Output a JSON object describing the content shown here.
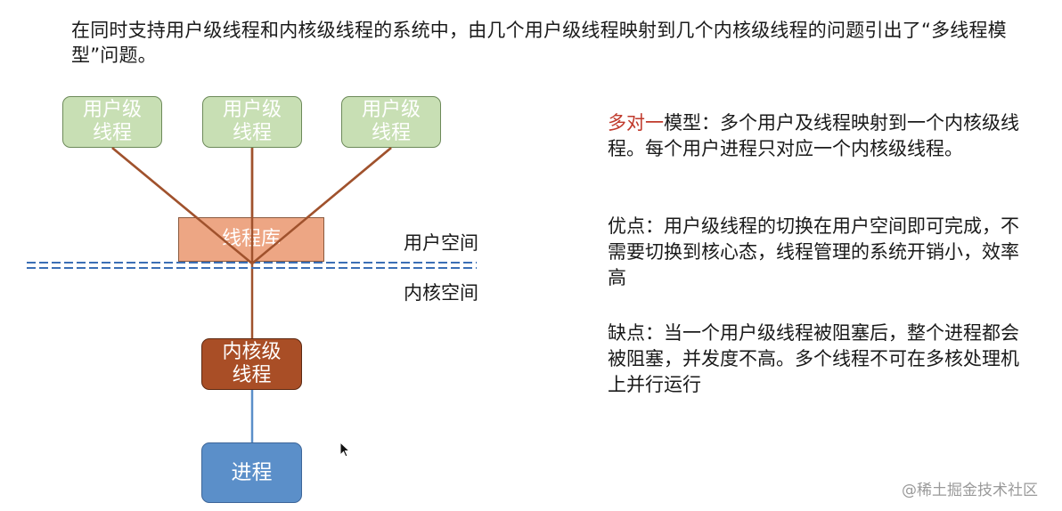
{
  "intro": "在同时支持用户级线程和内核级线程的系统中，由几个用户级线程映射到几个内核级线程的问题引出了“多线程模型”问题。",
  "diagram": {
    "user_threads": [
      {
        "line1": "用户级",
        "line2": "线程"
      },
      {
        "line1": "用户级",
        "line2": "线程"
      },
      {
        "line1": "用户级",
        "line2": "线程"
      }
    ],
    "thread_library": "线程库",
    "user_space_label": "用户空间",
    "kernel_space_label": "内核空间",
    "kernel_thread": {
      "line1": "内核级",
      "line2": "线程"
    },
    "process": "进程",
    "colors": {
      "user_thread_fill": "#c8dfb4",
      "library_fill": "#eda684",
      "kernel_thread_fill": "#a94e26",
      "process_fill": "#5b8fc9",
      "mapping_line": "#a0522d",
      "boundary_line": "#3b6fb6"
    }
  },
  "description": {
    "model": {
      "highlight": "多对一",
      "rest": "模型：多个用户及线程映射到一个内核级线程。每个用户进程只对应一个内核级线程。"
    },
    "advantage": "优点：用户级线程的切换在用户空间即可完成，不需要切换到核心态，线程管理的系统开销小，效率高",
    "disadvantage": "缺点：当一个用户级线程被阻塞后，整个进程都会被阻塞，并发度不高。多个线程不可在多核处理机上并行运行"
  },
  "watermark": "@稀土掘金技术社区"
}
